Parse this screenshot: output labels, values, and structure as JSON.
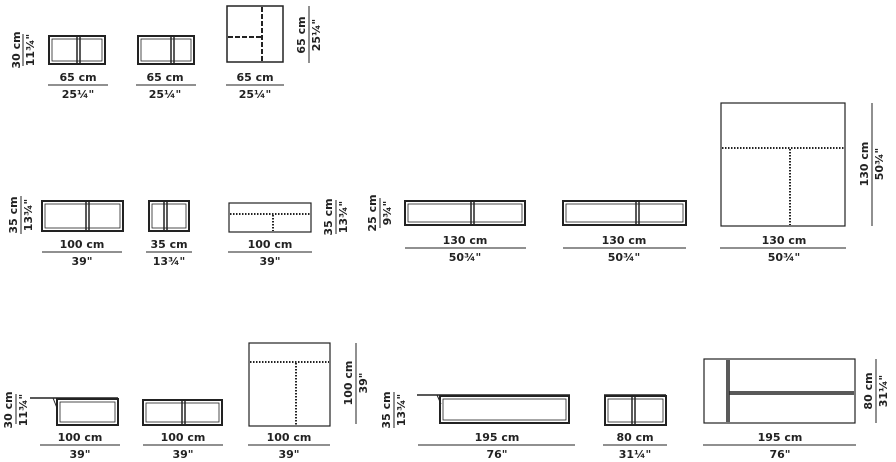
{
  "row1": {
    "height_a": {
      "cm": "30 cm",
      "in": "11¾\""
    },
    "item1": {
      "width_cm": "65 cm",
      "width_in": "25¼\""
    },
    "item2": {
      "width_cm": "65 cm",
      "width_in": "25¼\""
    },
    "item3": {
      "width_cm": "65 cm",
      "width_in": "25¼\"",
      "depth_cm": "65 cm",
      "depth_in": "25¼\""
    }
  },
  "row2": {
    "height_a": {
      "cm": "35 cm",
      "in": "13¾\""
    },
    "item1": {
      "width_cm": "100 cm",
      "width_in": "39\""
    },
    "item2": {
      "width_cm": "35 cm",
      "width_in": "13¾\""
    },
    "item3": {
      "width_cm": "100 cm",
      "width_in": "39\"",
      "depth_cm": "35 cm",
      "depth_in": "13¾\""
    },
    "height_b": {
      "cm": "25 cm",
      "in": "9¾\""
    },
    "item4": {
      "width_cm": "130 cm",
      "width_in": "50¾\""
    },
    "item5": {
      "width_cm": "130 cm",
      "width_in": "50¾\""
    },
    "item6": {
      "width_cm": "130 cm",
      "width_in": "50¾\"",
      "depth_cm": "130 cm",
      "depth_in": "50¾\""
    }
  },
  "row3": {
    "height_a": {
      "cm": "30 cm",
      "in": "11¾\""
    },
    "item1": {
      "width_cm": "100 cm",
      "width_in": "39\""
    },
    "item2": {
      "width_cm": "100 cm",
      "width_in": "39\""
    },
    "item3": {
      "width_cm": "100 cm",
      "width_in": "39\"",
      "depth_cm": "100 cm",
      "depth_in": "39\""
    },
    "height_b": {
      "cm": "35 cm",
      "in": "13¾\""
    },
    "item4": {
      "width_cm": "195 cm",
      "width_in": "76\""
    },
    "item5": {
      "width_cm": "80 cm",
      "width_in": "31¼\""
    },
    "item6": {
      "width_cm": "195 cm",
      "width_in": "76\"",
      "depth_cm": "80 cm",
      "depth_in": "31¼\""
    }
  }
}
